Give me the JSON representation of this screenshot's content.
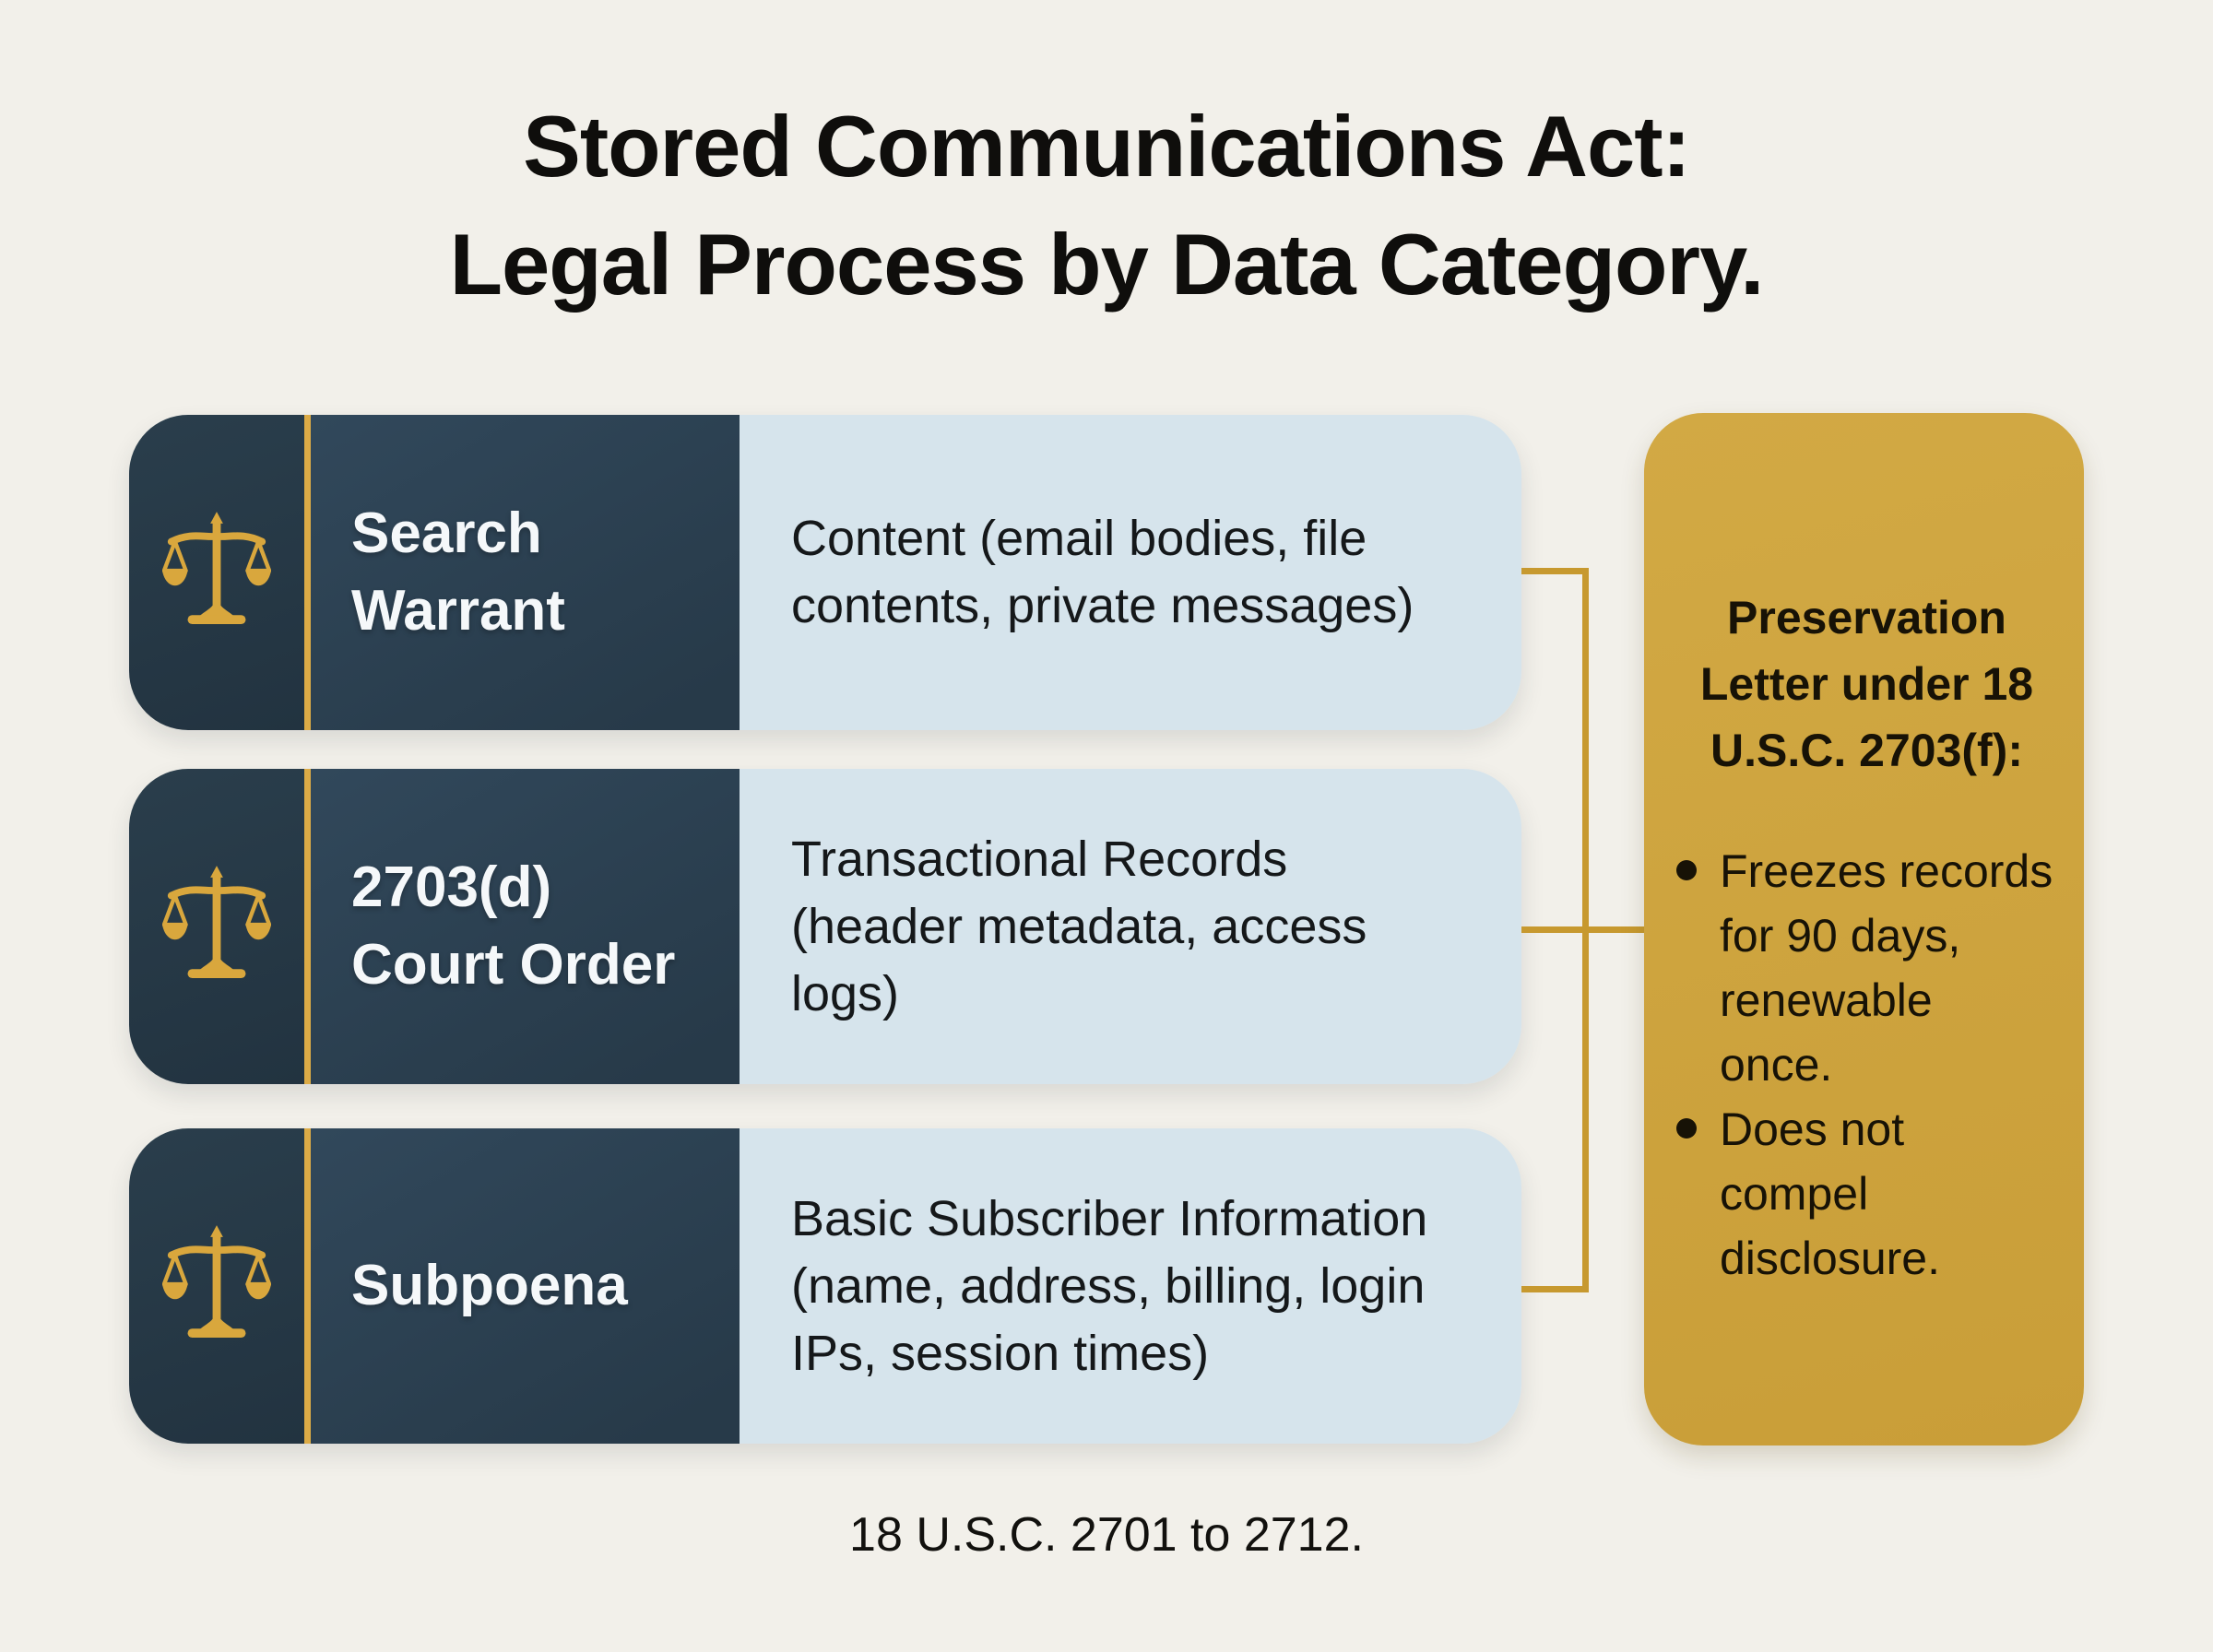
{
  "page": {
    "title_lines": [
      "Stored Communications Act:",
      "Legal Process by Data Category."
    ],
    "footer": "18 U.S.C. 2701 to 2712.",
    "background_color": "#f2f0ea"
  },
  "colors": {
    "navy_icon_cell": "#243743",
    "navy_label_cell": "#2d4353",
    "gold_divider": "#dcab46",
    "gold_connector": "#c7992f",
    "gold_panel": "#cda43f",
    "light_blue_cell": "#d6e4ec",
    "dark_text": "#15181a",
    "light_text": "#f5f8fa"
  },
  "rows": [
    {
      "icon": "scales-of-justice",
      "label_lines": [
        "Search",
        "Warrant"
      ],
      "data_lines": [
        "Content (email bodies, file",
        "contents, private messages)"
      ]
    },
    {
      "icon": "scales-of-justice",
      "label_lines": [
        "2703(d)",
        "Court Order"
      ],
      "data_lines": [
        "Transactional Records",
        "(header metadata, access",
        "logs)"
      ]
    },
    {
      "icon": "scales-of-justice",
      "label_lines": [
        "Subpoena"
      ],
      "data_lines": [
        "Basic Subscriber Information",
        "(name, address, billing, login",
        "IPs, session times)"
      ]
    }
  ],
  "gold_panel": {
    "heading_lines": [
      "Preservation",
      "Letter under 18",
      "U.S.C. 2703(f):"
    ],
    "bullets": [
      {
        "lines": [
          "Freezes records",
          "for 90 days,",
          "renewable",
          "once."
        ]
      },
      {
        "lines": [
          "Does not",
          "compel",
          "disclosure."
        ]
      }
    ]
  }
}
